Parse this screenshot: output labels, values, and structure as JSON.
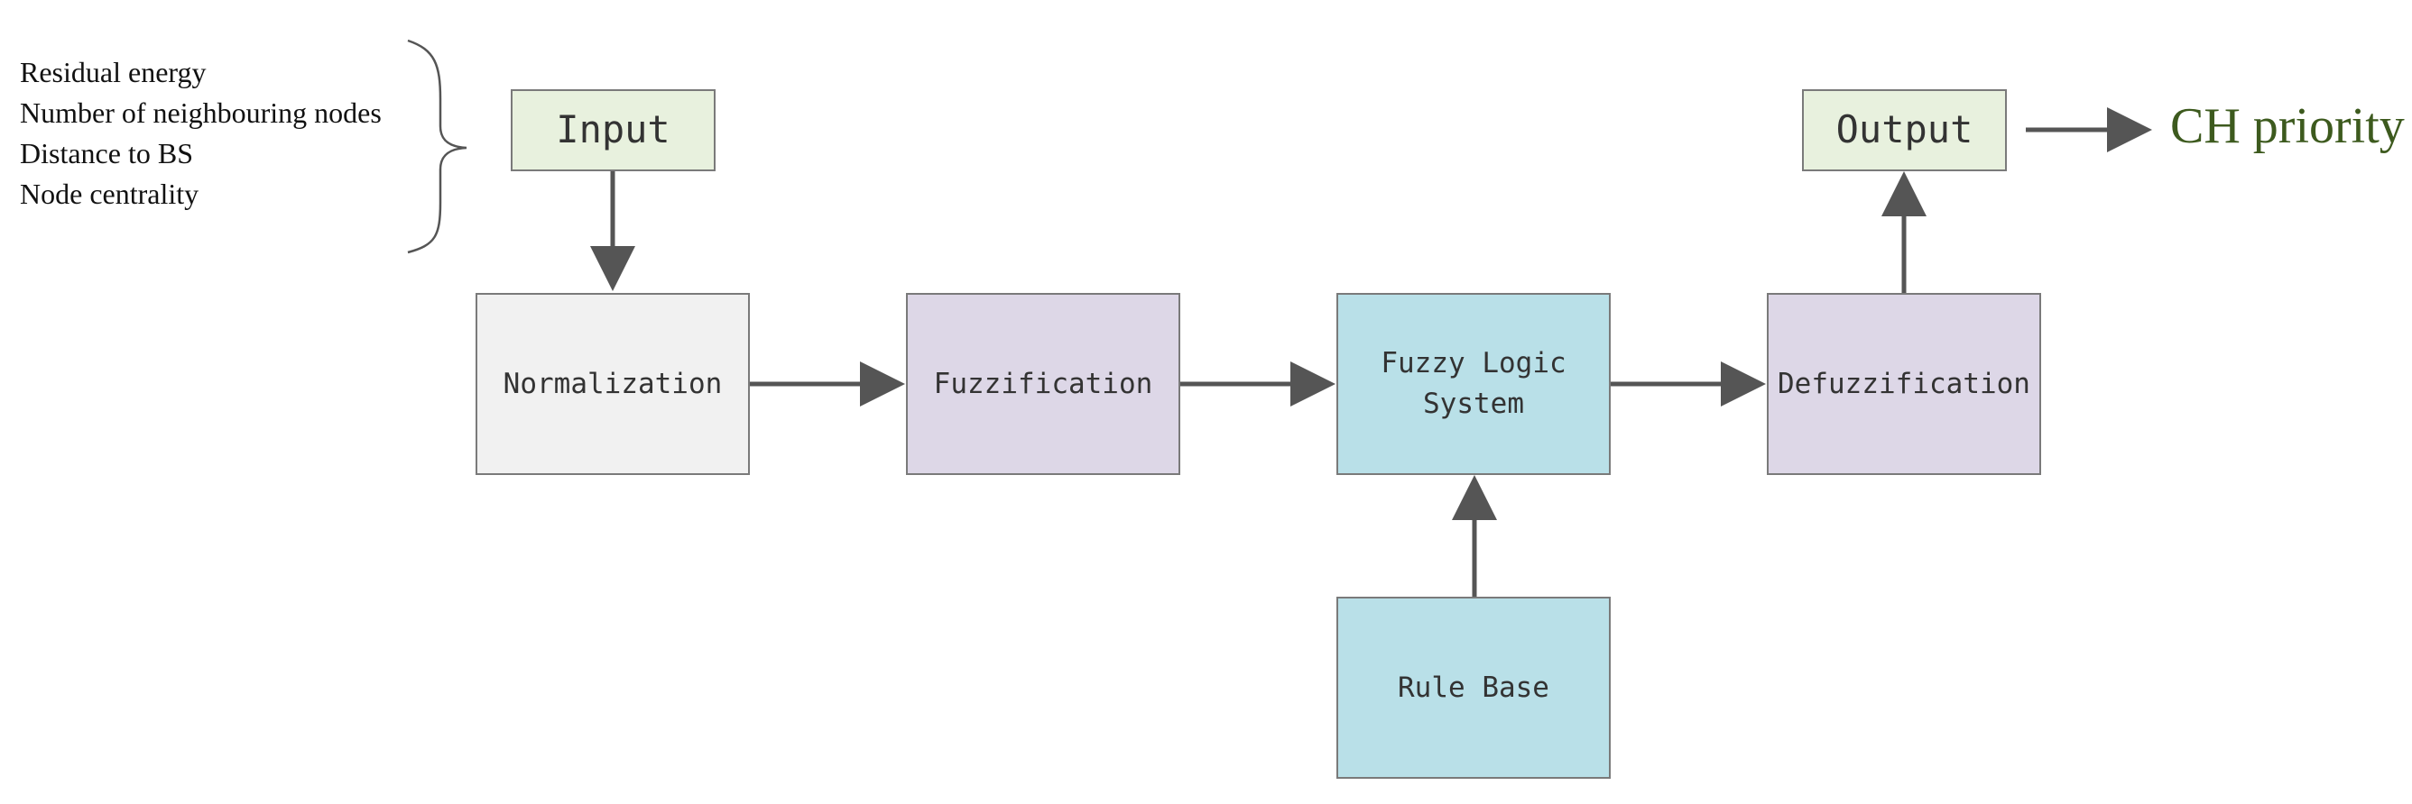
{
  "diagram": {
    "input_parameters": [
      "Residual energy",
      "Number of neighbouring nodes",
      "Distance to BS",
      "Node centrality"
    ],
    "nodes": {
      "input": {
        "label": "Input"
      },
      "normalization": {
        "label": "Normalization"
      },
      "fuzzification": {
        "label": "Fuzzification"
      },
      "fuzzy_logic_system": {
        "label": "Fuzzy Logic\nSystem"
      },
      "defuzzification": {
        "label": "Defuzzification"
      },
      "output": {
        "label": "Output"
      },
      "rule_base": {
        "label": "Rule Base"
      }
    },
    "result_label": "CH priority",
    "edges": [
      [
        "input",
        "normalization"
      ],
      [
        "normalization",
        "fuzzification"
      ],
      [
        "fuzzification",
        "fuzzy_logic_system"
      ],
      [
        "rule_base",
        "fuzzy_logic_system"
      ],
      [
        "fuzzy_logic_system",
        "defuzzification"
      ],
      [
        "defuzzification",
        "output"
      ],
      [
        "output",
        "result_label"
      ]
    ],
    "colors": {
      "input_output_fill": "#e8f1de",
      "normalization_fill": "#f1f1f1",
      "fuzzification_fill": "#ddd7e7",
      "fuzzy_system_fill": "#b9e0e8",
      "result_text": "#3d5a1e",
      "arrow": "#555555"
    }
  }
}
